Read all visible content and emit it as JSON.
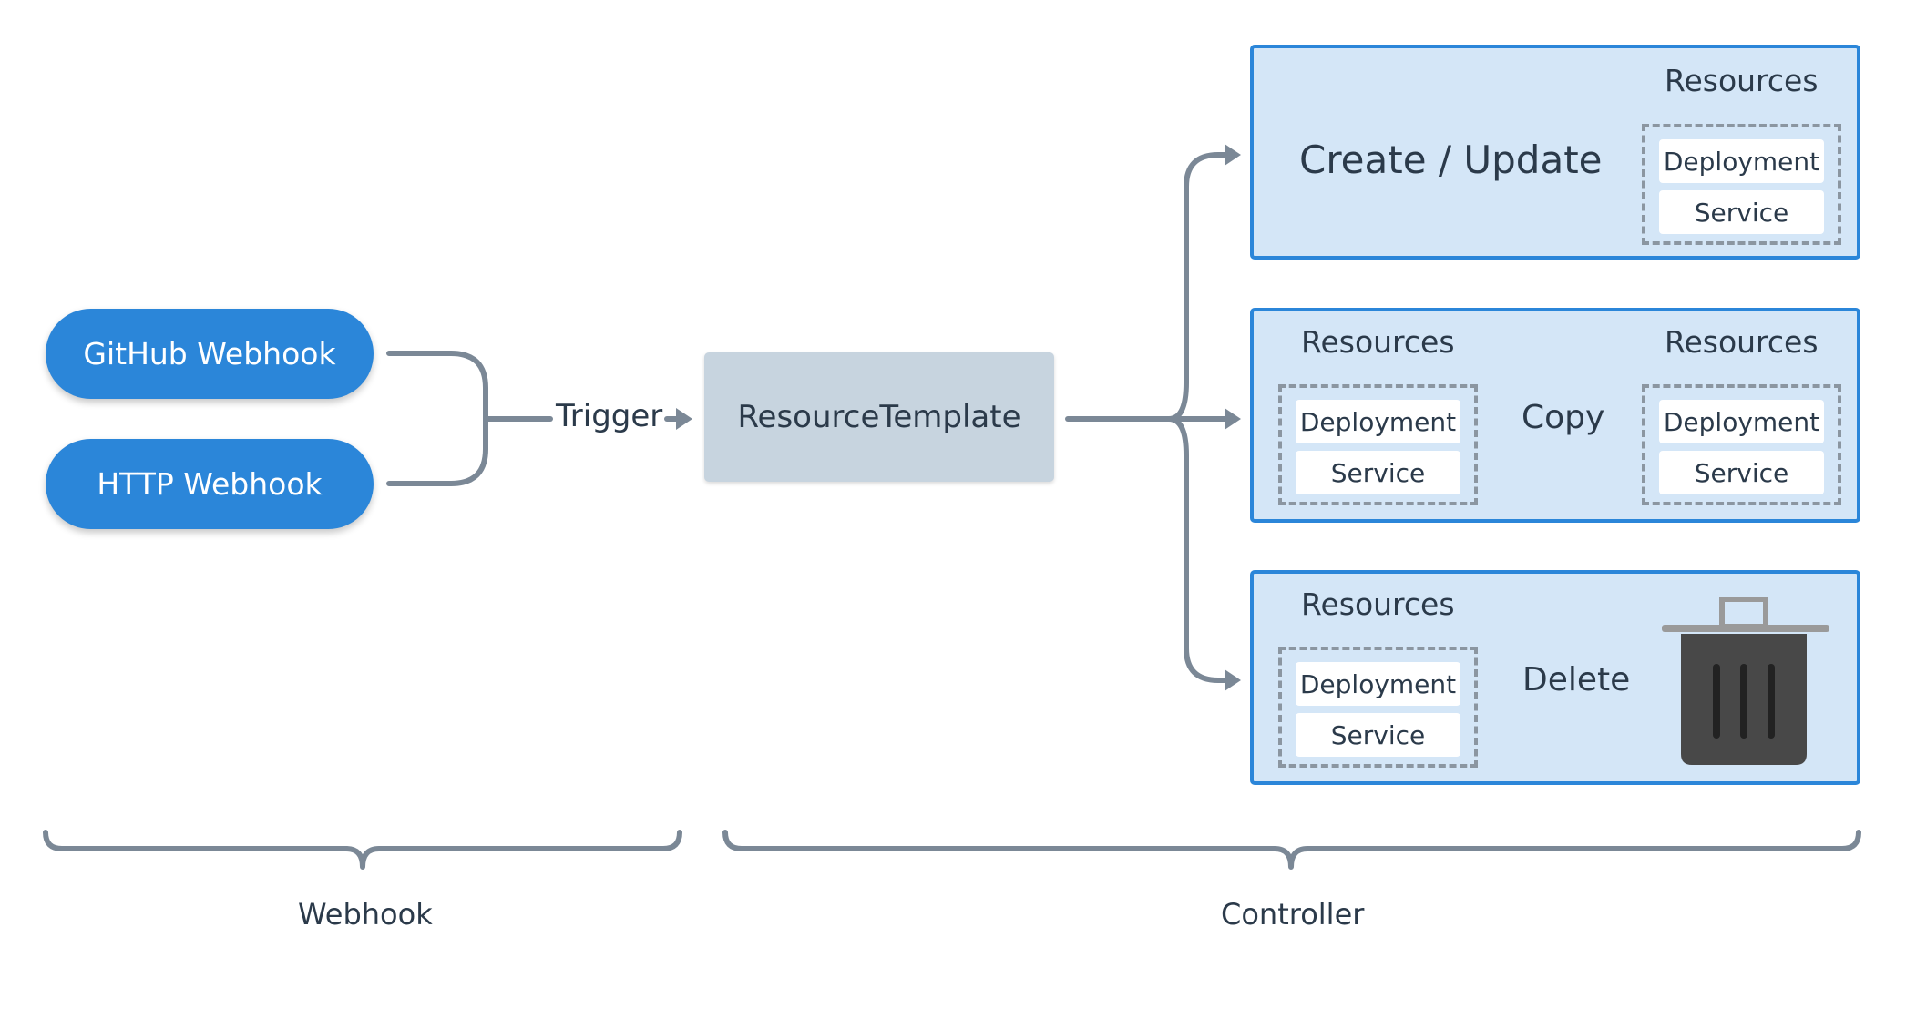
{
  "sources": [
    {
      "label": "GitHub Webhook"
    },
    {
      "label": "HTTP Webhook"
    }
  ],
  "trigger_label": "Trigger",
  "template_label": "ResourceTemplate",
  "panels": {
    "create": {
      "action_label": "Create / Update",
      "target": {
        "title": "Resources",
        "items": [
          "Deployment",
          "Service"
        ]
      }
    },
    "copy": {
      "action_label": "Copy",
      "source": {
        "title": "Resources",
        "items": [
          "Deployment",
          "Service"
        ]
      },
      "target": {
        "title": "Resources",
        "items": [
          "Deployment",
          "Service"
        ]
      }
    },
    "delete": {
      "action_label": "Delete",
      "source": {
        "title": "Resources",
        "items": [
          "Deployment",
          "Service"
        ]
      },
      "icon": "trash-can-icon"
    }
  },
  "sections": [
    {
      "label": "Webhook"
    },
    {
      "label": "Controller"
    }
  ],
  "colors": {
    "accent": "#2b86d9",
    "panel_fill": "#d4e6f7",
    "template_fill": "#c7d4df",
    "connector": "#7b8896",
    "trash": "#484848"
  }
}
